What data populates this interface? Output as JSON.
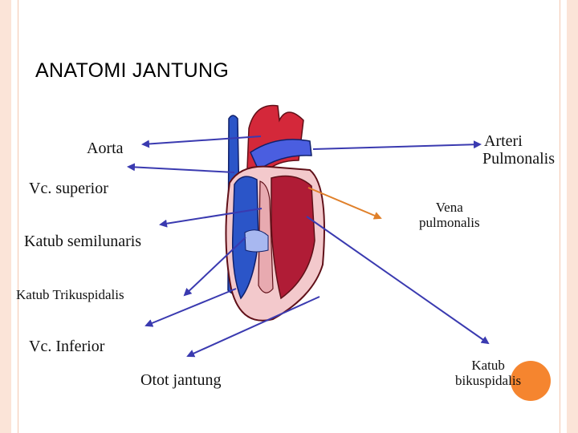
{
  "title": "ANATOMI JANTUNG",
  "labels": {
    "aorta": "Aorta",
    "vc_superior": "Vc. superior",
    "katub_semilunaris": "Katub semilunaris",
    "katub_trikuspidalis": "Katub Trikuspidalis",
    "vc_inferior": "Vc. Inferior",
    "otot_jantung": "Otot jantung",
    "arteri_line1": "Arteri",
    "arteri_line2": "Pulmonalis",
    "vena_line1": "Vena",
    "vena_line2": "pulmonalis",
    "bikus_line1": "Katub",
    "bikus_line2": "bikuspidalis"
  },
  "colors": {
    "pointer_blue": "#3a3ab0",
    "pointer_orange": "#e0802a",
    "heart_red": "#d4283a",
    "heart_blue": "#2b55c8",
    "heart_pink": "#f3c9cc",
    "accent_orange": "#f5852f"
  }
}
